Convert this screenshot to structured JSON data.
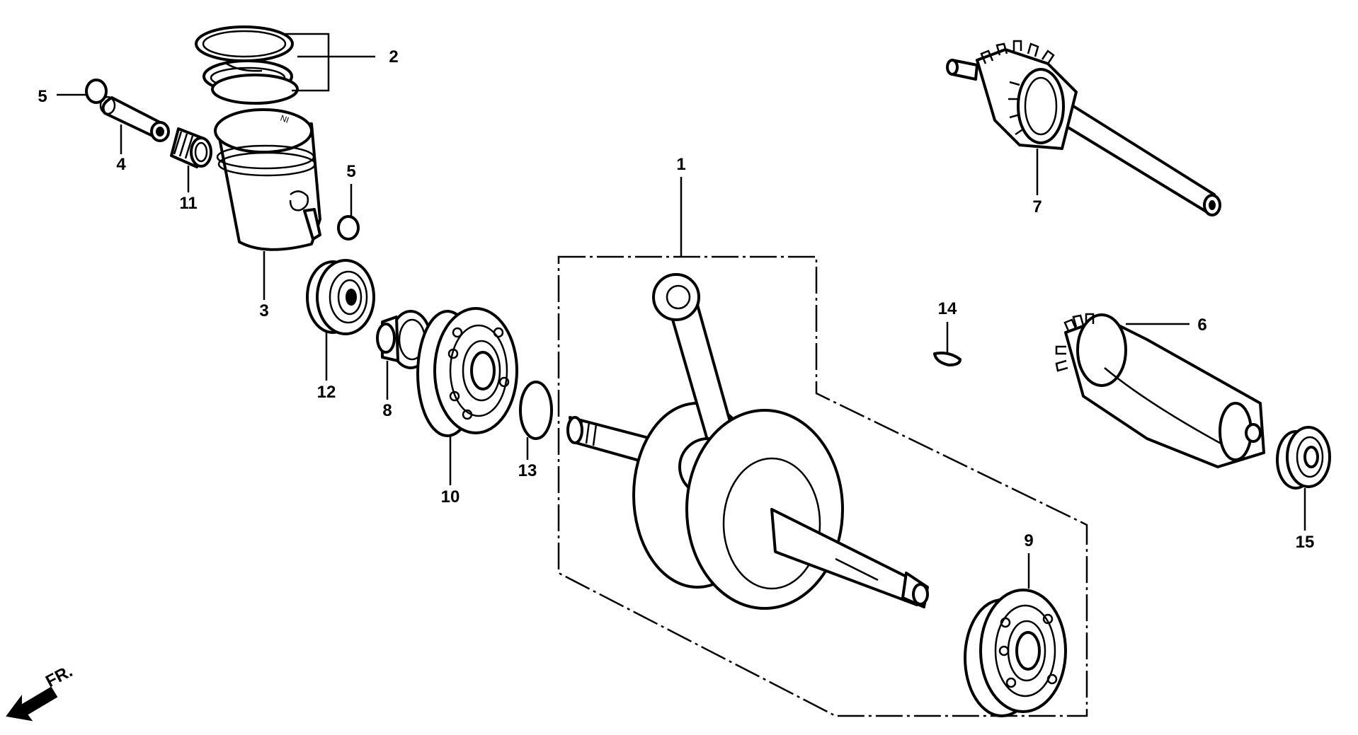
{
  "diagram": {
    "callouts": [
      {
        "key": "c1",
        "label": "1"
      },
      {
        "key": "c2",
        "label": "2"
      },
      {
        "key": "c3",
        "label": "3"
      },
      {
        "key": "c4",
        "label": "4"
      },
      {
        "key": "c5a",
        "label": "5"
      },
      {
        "key": "c5b",
        "label": "5"
      },
      {
        "key": "c6",
        "label": "6"
      },
      {
        "key": "c7",
        "label": "7"
      },
      {
        "key": "c8",
        "label": "8"
      },
      {
        "key": "c9",
        "label": "9"
      },
      {
        "key": "c10",
        "label": "10"
      },
      {
        "key": "c11",
        "label": "11"
      },
      {
        "key": "c12",
        "label": "12"
      },
      {
        "key": "c13",
        "label": "13"
      },
      {
        "key": "c14",
        "label": "14"
      },
      {
        "key": "c15",
        "label": "15"
      }
    ],
    "front_label": "FR.",
    "colors": {
      "ink": "#000000",
      "paper": "#ffffff"
    }
  }
}
